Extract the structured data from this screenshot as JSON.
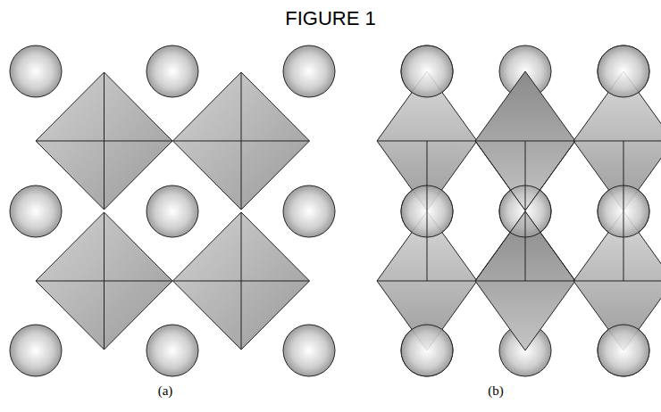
{
  "diagram": {
    "title": "FIGURE 1",
    "labels": [
      "(a)",
      "(b)"
    ]
  }
}
